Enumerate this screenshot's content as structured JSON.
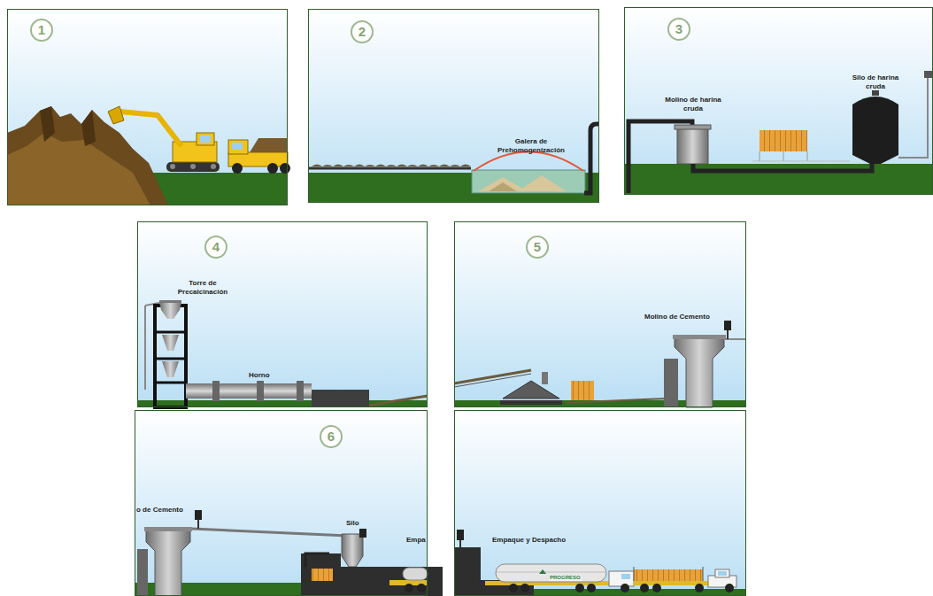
{
  "diagram": {
    "nodes": [
      {
        "text": [
          "1"
        ]
      },
      {
        "text": [
          "2",
          "Galera de Prehomogenización"
        ]
      },
      {
        "text": [
          "3",
          "Molino de harina cruda",
          "Silo de harina cruda"
        ]
      },
      {
        "text": [
          "4",
          "Torre de Precalcinación",
          "Horno"
        ]
      },
      {
        "text": [
          "5",
          "Molino de Cemento"
        ]
      },
      {
        "text": [
          "6",
          "o de Cemento",
          "Silo",
          "Empa"
        ]
      },
      {
        "text": [
          "Empaque y Despacho",
          "PROGRESO"
        ]
      }
    ]
  }
}
